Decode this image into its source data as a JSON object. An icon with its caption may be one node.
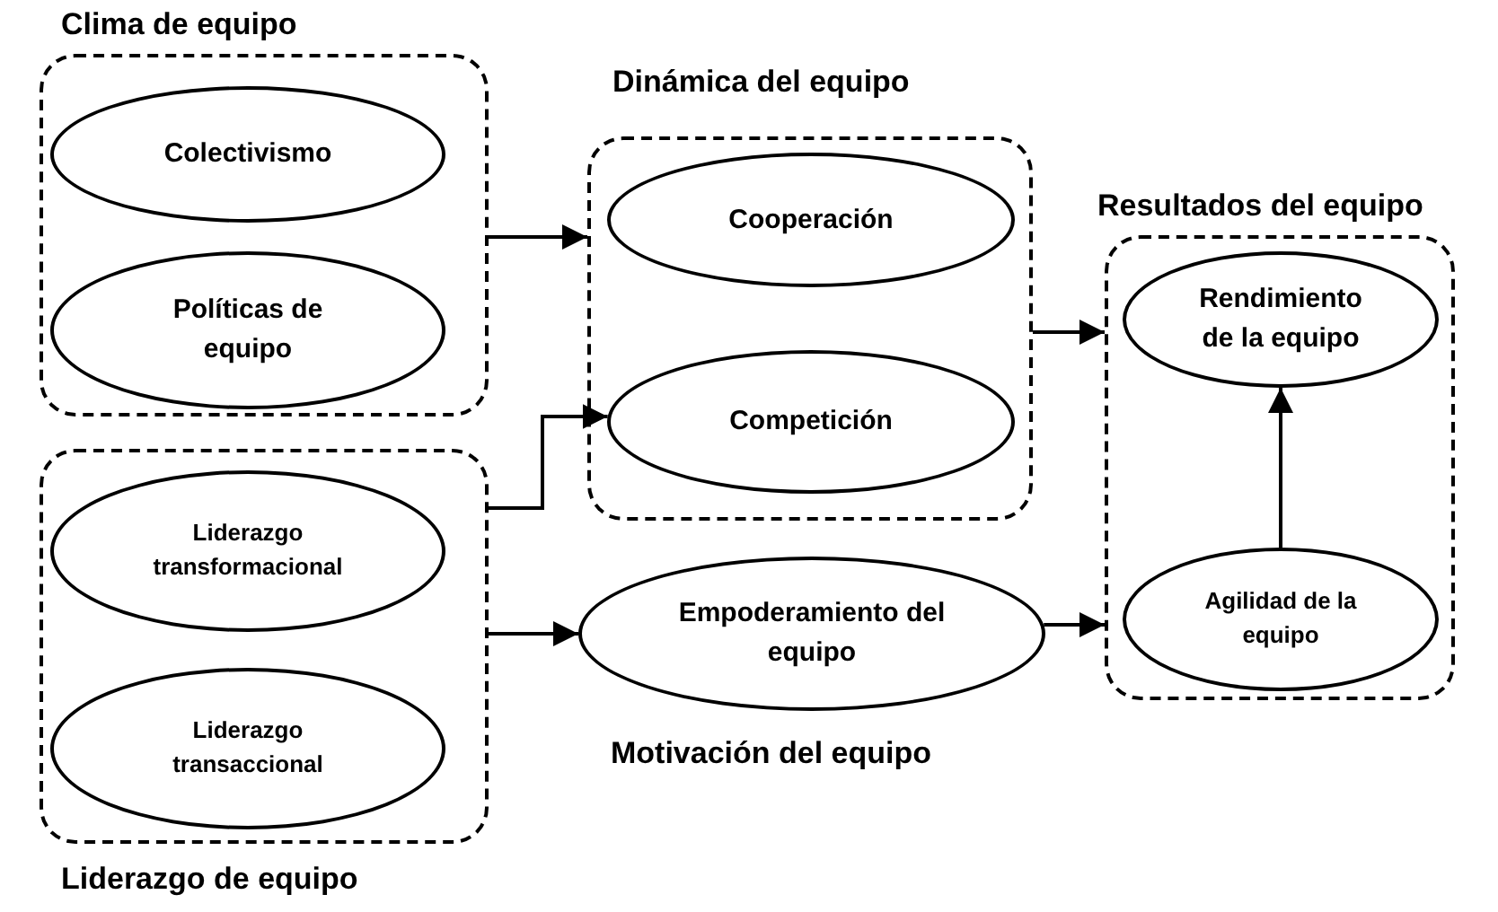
{
  "diagram": {
    "nodes": [
      {
        "text": [
          "Clima de equipo"
        ]
      },
      {
        "text": [
          "Colectivismo"
        ],
        "in": 0
      },
      {
        "text": [
          "Políticas de equipo"
        ],
        "in": 0
      },
      {
        "text": [
          "Dinámica del equipo"
        ]
      },
      {
        "text": [
          "Cooperación"
        ],
        "in": 3
      },
      {
        "text": [
          "Competición"
        ],
        "in": 3
      },
      {
        "text": [
          "Resultados del equipo"
        ]
      },
      {
        "text": [
          "Rendimiento de la equipo"
        ],
        "in": 6
      },
      {
        "text": [
          "Agilidad de la equipo"
        ],
        "in": 6
      },
      {
        "text": [
          "Liderazgo de equipo"
        ]
      },
      {
        "text": [
          "Liderazgo transformacional"
        ],
        "in": 9
      },
      {
        "text": [
          "Liderazgo transaccional"
        ],
        "in": 9
      },
      {
        "text": [
          "Empoderamiento del equipo"
        ],
        "beside": [
          "Motivación del equipo"
        ]
      }
    ],
    "edges": [
      {
        "from": 0,
        "to": 3,
        "arrow": "to"
      },
      {
        "from": 9,
        "to": 5,
        "arrow": "to"
      },
      {
        "from": 9,
        "to": 12,
        "arrow": "to"
      },
      {
        "from": 3,
        "to": 6,
        "arrow": "to"
      },
      {
        "from": 12,
        "to": 6,
        "arrow": "to"
      },
      {
        "from": 8,
        "to": 7,
        "arrow": "to"
      }
    ]
  }
}
